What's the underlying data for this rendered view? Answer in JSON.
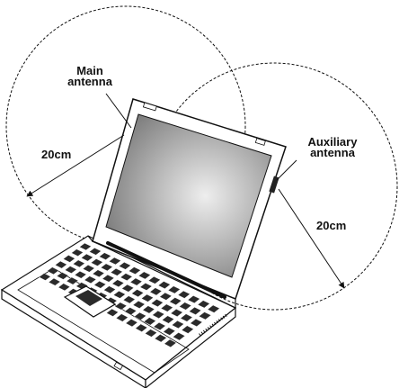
{
  "labels": {
    "main_line1": "Main",
    "main_line2": "antenna",
    "main_distance": "20cm",
    "aux_line1": "Auxiliary",
    "aux_line2": "antenna",
    "aux_distance": "20cm"
  },
  "colors": {
    "stroke": "#111111",
    "screen_dark": "#6a6a6a",
    "screen_light": "#d6d6d6",
    "keys": "#2a2a2a",
    "chassis": "#ffffff"
  }
}
